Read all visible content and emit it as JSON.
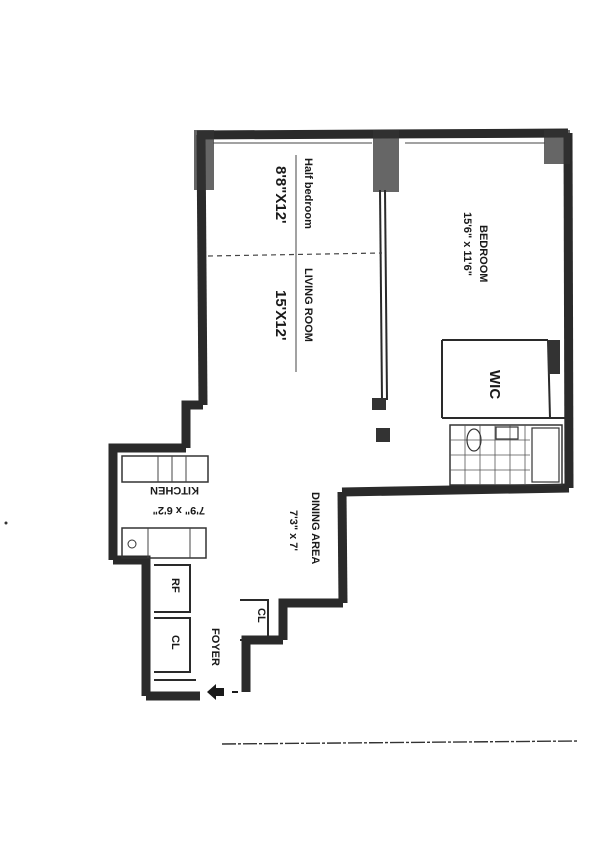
{
  "rooms": {
    "half_bedroom": {
      "name": "Half bedroom",
      "dims": "8'8\"X12'"
    },
    "living_room": {
      "name": "LIVING ROOM",
      "dims": "15'X12'"
    },
    "bedroom": {
      "name": "BEDROOM",
      "dims": "15'6\" x 11'6\""
    },
    "wic": {
      "name": "WIC"
    },
    "kitchen": {
      "name": "KITCHEN",
      "dims": "7'9\" x 6'2\""
    },
    "dining": {
      "name": "DINING AREA",
      "dims": "7'3\" x 7'"
    },
    "rf": {
      "name": "RF"
    },
    "closet_kitchen": {
      "name": "CL"
    },
    "closet_foyer": {
      "name": "CL"
    },
    "foyer": {
      "name": "FOYER"
    }
  },
  "icons": {
    "entry_arrow": "arrow-left-icon"
  }
}
